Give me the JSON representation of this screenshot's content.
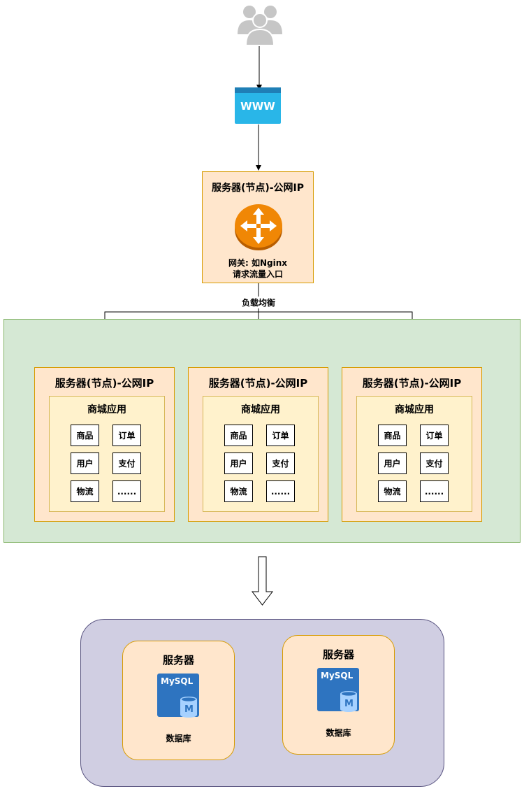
{
  "gateway": {
    "title": "服务器(节点)-公网IP",
    "caption_line1": "网关: 如Nginx",
    "caption_line2": "请求流量入口"
  },
  "www_label": "WWW",
  "load_balance_label": "负载均衡",
  "nodes": [
    {
      "title": "服务器(节点)-公网IP",
      "app_title": "商城应用",
      "modules": [
        "商品",
        "订单",
        "用户",
        "支付",
        "物流",
        "......"
      ]
    },
    {
      "title": "服务器(节点)-公网IP",
      "app_title": "商城应用",
      "modules": [
        "商品",
        "订单",
        "用户",
        "支付",
        "物流",
        "......"
      ]
    },
    {
      "title": "服务器(节点)-公网IP",
      "app_title": "商城应用",
      "modules": [
        "商品",
        "订单",
        "用户",
        "支付",
        "物流",
        "......"
      ]
    }
  ],
  "db_servers": [
    {
      "title": "服务器",
      "logo_text": "MySQL",
      "logo_letter": "M",
      "caption": "数据库"
    },
    {
      "title": "服务器",
      "logo_text": "MySQL",
      "logo_letter": "M",
      "caption": "数据库"
    }
  ],
  "colors": {
    "users_icon": "#c6c6c6",
    "www_icon": "#29b6e8",
    "router_icon": "#f08705",
    "mysql_icon": "#2e74c0"
  }
}
